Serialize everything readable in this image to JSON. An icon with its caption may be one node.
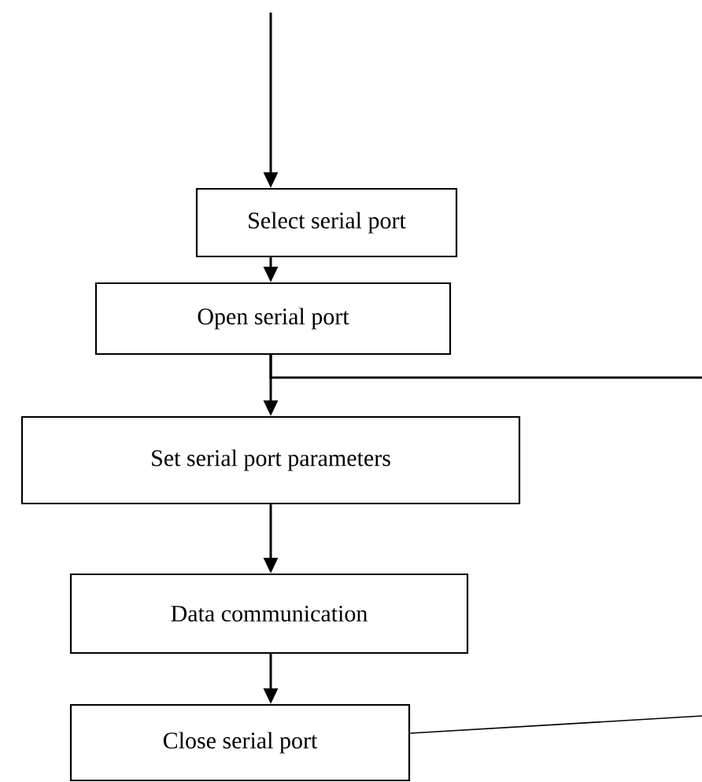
{
  "diagram": {
    "nodes": [
      {
        "text": [
          "Select serial port"
        ]
      },
      {
        "text": [
          "Open serial port"
        ]
      },
      {
        "text": [
          "Set serial port parameters"
        ]
      },
      {
        "text": [
          "Data communication"
        ]
      },
      {
        "text": [
          "Close serial port"
        ]
      }
    ],
    "edges": [
      {
        "from": null,
        "to": 0,
        "arrow": "to"
      },
      {
        "from": 0,
        "to": 1,
        "arrow": "to"
      },
      {
        "from": 1,
        "to": 2,
        "arrow": "to"
      },
      {
        "from": 1,
        "to": null,
        "arrow": "none"
      },
      {
        "from": 2,
        "to": 3,
        "arrow": "to"
      },
      {
        "from": 3,
        "to": 4,
        "arrow": "to"
      },
      {
        "from": 4,
        "to": null,
        "arrow": "none"
      }
    ]
  }
}
